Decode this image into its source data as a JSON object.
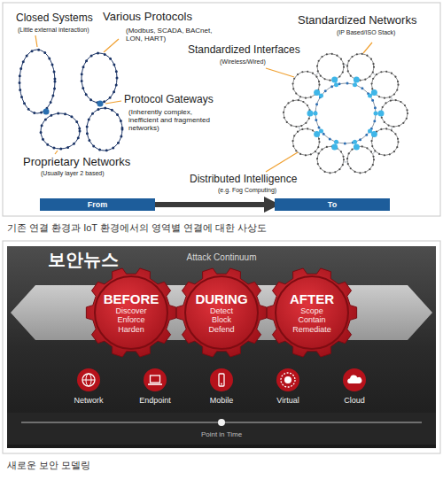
{
  "diagram": {
    "nodes": [
      {
        "text": [
          "From"
        ]
      },
      {
        "text": [
          "To"
        ]
      },
      {
        "text": [
          "Attack Continuum"
        ]
      },
      {
        "text": [
          "BEFORE",
          "Discover Enforce Harden"
        ],
        "in": 2
      },
      {
        "text": [
          "DURING",
          "Detect Block Defend"
        ],
        "in": 2
      },
      {
        "text": [
          "AFTER",
          "Scope Contain Remediate"
        ],
        "in": 2
      },
      {
        "text": [
          "Network"
        ],
        "in": 2
      },
      {
        "text": [
          "Endpoint"
        ],
        "in": 2
      },
      {
        "text": [
          "Mobile"
        ],
        "in": 2
      },
      {
        "text": [
          "Virtual"
        ],
        "in": 2
      },
      {
        "text": [
          "Cloud"
        ],
        "in": 2
      }
    ],
    "edges": [
      {
        "from": 0,
        "to": 1,
        "arrow": "to"
      }
    ],
    "labels": [
      "Closed Systems",
      "(Little external interaction)",
      "Various Protocols",
      "(Modbus, SCADA, BACnet, LON, HART)",
      "Standardized Networks",
      "(IP Based/ISO Stack)",
      "Standardized Interfaces",
      "(Wireless/Wired)",
      "Protocol Gateways",
      "(Inherently complex, inefficient and fragmented networks)",
      "Proprietary Networks",
      "(Usually layer 2 based)",
      "Distributed Intelligence",
      "(e.g. Fog Computing)",
      "기존 연결 환경과 IoT 환경에서의 영역별 연결에 대한 사상도",
      "보안뉴스",
      "Point in Time",
      "새로운 보안 모델링"
    ]
  }
}
